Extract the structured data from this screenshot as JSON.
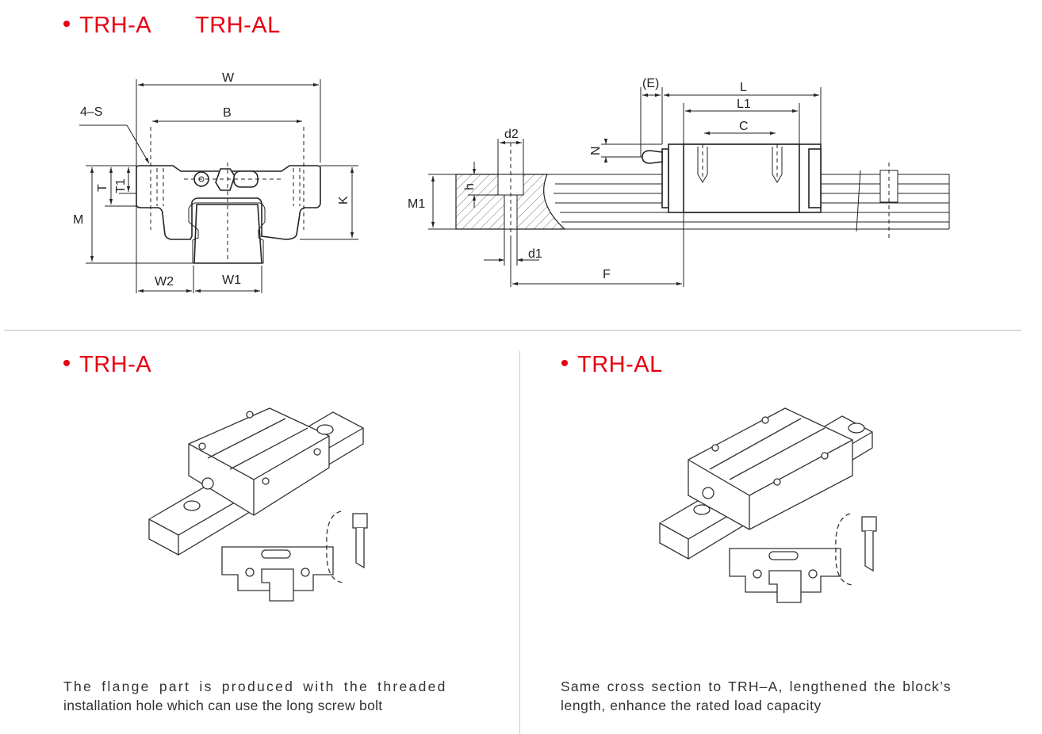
{
  "header": {
    "titles": [
      "TRH-A",
      "TRH-AL"
    ]
  },
  "front_view": {
    "labels": {
      "W": "W",
      "B": "B",
      "S": "4–S",
      "T": "T",
      "T1": "T1",
      "M": "M",
      "K": "K",
      "W2": "W2",
      "W1": "W1"
    }
  },
  "side_view": {
    "labels": {
      "E": "(E)",
      "L": "L",
      "L1": "L1",
      "C": "C",
      "N": "N",
      "d2": "d2",
      "h": "h",
      "M1": "M1",
      "d1": "d1",
      "F": "F"
    }
  },
  "sections": [
    {
      "title": "TRH-A",
      "description_line1": "The flange part is produced with the threaded",
      "description_line2": "installation hole which can use the long screw bolt"
    },
    {
      "title": "TRH-AL",
      "description_line1": "Same cross section to TRH–A, lengthened the block’s",
      "description_line2": "length, enhance the rated load capacity"
    }
  ],
  "colors": {
    "accent": "#e60012"
  }
}
